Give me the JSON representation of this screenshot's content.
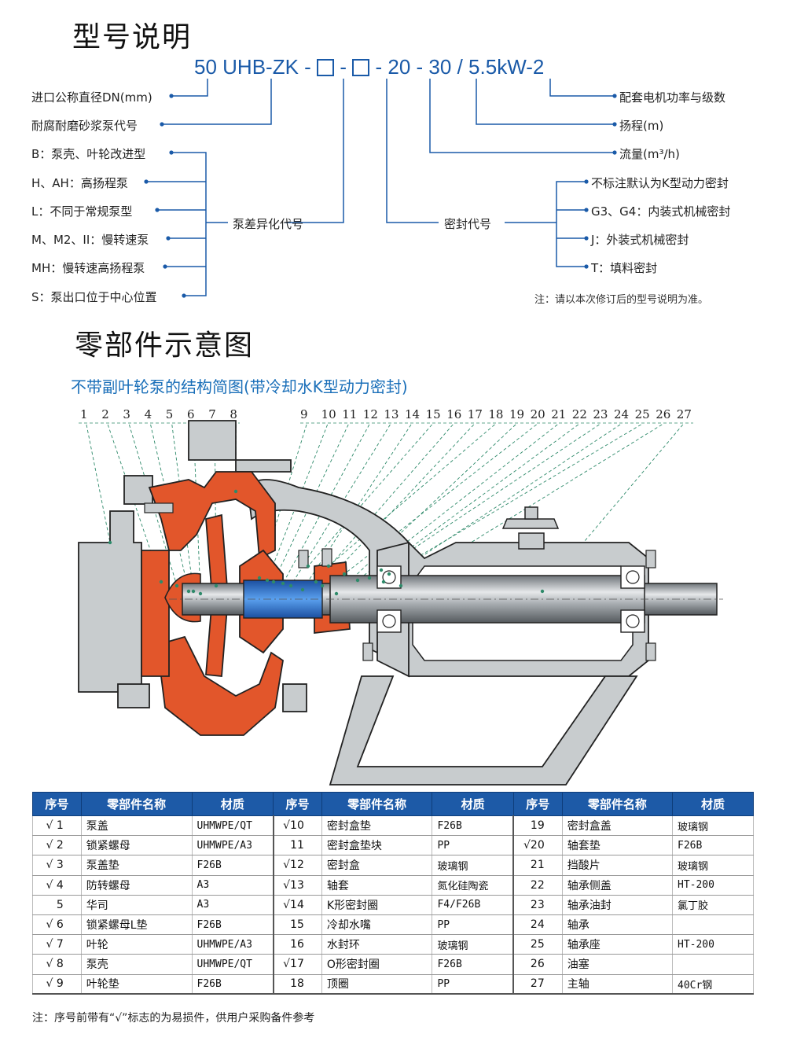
{
  "section1": {
    "title": "型号说明"
  },
  "model": {
    "parts": [
      "50",
      "UHB-ZK",
      "-",
      "-",
      "-",
      "20",
      "-",
      "30",
      "/",
      "5.5kW-2"
    ]
  },
  "left_labels": [
    "进口公称直径DN(mm)",
    "耐腐耐磨砂浆泵代号",
    "B：泵壳、叶轮改进型",
    "H、AH：高扬程泵",
    "L：不同于常规泵型",
    "M、M2、II：慢转速泵",
    "MH：慢转速高扬程泵",
    "S：泵出口位于中心位置"
  ],
  "center_labels": {
    "pump_variant": "泵差异化代号",
    "seal_code": "密封代号"
  },
  "right_labels": {
    "motor": "配套电机功率与级数",
    "head": "扬程(m)",
    "flow": "流量(m³/h)"
  },
  "seal_options": [
    "不标注默认为K型动力密封",
    "G3、G4：内装式机械密封",
    "J：外装式机械密封",
    "T：填料密封"
  ],
  "note_top": "注：请以本次修订后的型号说明为准。",
  "section2": {
    "title": "零部件示意图"
  },
  "diagram": {
    "subtitle": "不带副叶轮泵的结构简图(带冷却水K型动力密封)",
    "numbers": [
      "1",
      "2",
      "3",
      "4",
      "5",
      "6",
      "7",
      "8",
      "9",
      "10",
      "11",
      "12",
      "13",
      "14",
      "15",
      "16",
      "17",
      "18",
      "19",
      "20",
      "21",
      "22",
      "23",
      "24",
      "25",
      "26",
      "27"
    ]
  },
  "colors": {
    "blue": "#1a5aa8",
    "header": "#1d5aa7",
    "orange": "#e2562b",
    "gray": "#c6cacd"
  },
  "table": {
    "headers": [
      "序号",
      "零部件名称",
      "材质"
    ],
    "rows": [
      [
        [
          "√ 1",
          "泵盖",
          "UHMWPE/QT"
        ],
        [
          "√10",
          "密封盒垫",
          "F26B"
        ],
        [
          "19",
          "密封盒盖",
          "玻璃钢"
        ]
      ],
      [
        [
          "√ 2",
          "锁紧螺母",
          "UHMWPE/A3"
        ],
        [
          "11",
          "密封盒垫块",
          "PP"
        ],
        [
          "√20",
          "轴套垫",
          "F26B"
        ]
      ],
      [
        [
          "√ 3",
          "泵盖垫",
          "F26B"
        ],
        [
          "√12",
          "密封盒",
          "玻璃钢"
        ],
        [
          "21",
          "挡酸片",
          "玻璃钢"
        ]
      ],
      [
        [
          "√ 4",
          "防转螺母",
          "A3"
        ],
        [
          "√13",
          "轴套",
          "氮化硅陶瓷"
        ],
        [
          "22",
          "轴承侧盖",
          "HT-200"
        ]
      ],
      [
        [
          "5",
          "华司",
          "A3"
        ],
        [
          "√14",
          "K形密封圈",
          "F4/F26B"
        ],
        [
          "23",
          "轴承油封",
          "氯丁胶"
        ]
      ],
      [
        [
          "√ 6",
          "锁紧螺母L垫",
          "F26B"
        ],
        [
          "15",
          "冷却水嘴",
          "PP"
        ],
        [
          "24",
          "轴承",
          ""
        ]
      ],
      [
        [
          "√ 7",
          "叶轮",
          "UHMWPE/A3"
        ],
        [
          "16",
          "水封环",
          "玻璃钢"
        ],
        [
          "25",
          "轴承座",
          "HT-200"
        ]
      ],
      [
        [
          "√ 8",
          "泵壳",
          "UHMWPE/QT"
        ],
        [
          "√17",
          "O形密封圈",
          "F26B"
        ],
        [
          "26",
          "油塞",
          ""
        ]
      ],
      [
        [
          "√ 9",
          "叶轮垫",
          "F26B"
        ],
        [
          "18",
          "顶圈",
          "PP"
        ],
        [
          "27",
          "主轴",
          "40Cr钢"
        ]
      ]
    ]
  },
  "footnote": "注：序号前带有“√”标志的为易损件，供用户采购备件参考"
}
